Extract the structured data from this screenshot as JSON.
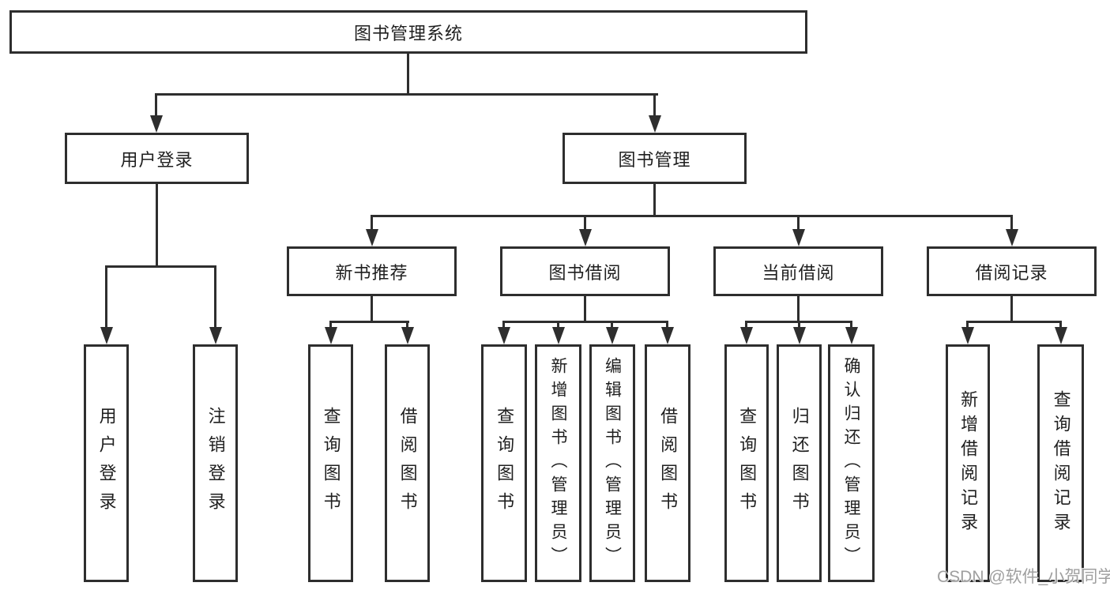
{
  "colors": {
    "line": "#2e2e2e",
    "border": "#2e2e2e",
    "text": "#1f1f1f",
    "background": "#ffffff",
    "watermark": "#9f9f9f"
  },
  "tree": {
    "root": {
      "label": "图书管理系统"
    },
    "branches": [
      {
        "label": "用户登录",
        "children": [
          {
            "label": "用户登录"
          },
          {
            "label": "注销登录"
          }
        ]
      },
      {
        "label": "图书管理",
        "groups": [
          {
            "label": "新书推荐",
            "children": [
              {
                "label": "查询图书"
              },
              {
                "label": "借阅图书"
              }
            ]
          },
          {
            "label": "图书借阅",
            "children": [
              {
                "label": "查询图书"
              },
              {
                "label": "新增图书（管理员）"
              },
              {
                "label": "编辑图书（管理员）"
              },
              {
                "label": "借阅图书"
              }
            ]
          },
          {
            "label": "当前借阅",
            "children": [
              {
                "label": "查询图书"
              },
              {
                "label": "归还图书"
              },
              {
                "label": "确认归还（管理员）"
              }
            ]
          },
          {
            "label": "借阅记录",
            "children": [
              {
                "label": "新增借阅记录"
              },
              {
                "label": "查询借阅记录"
              }
            ]
          }
        ]
      }
    ]
  },
  "watermark": {
    "text": "CSDN @软件_小贺同学"
  }
}
